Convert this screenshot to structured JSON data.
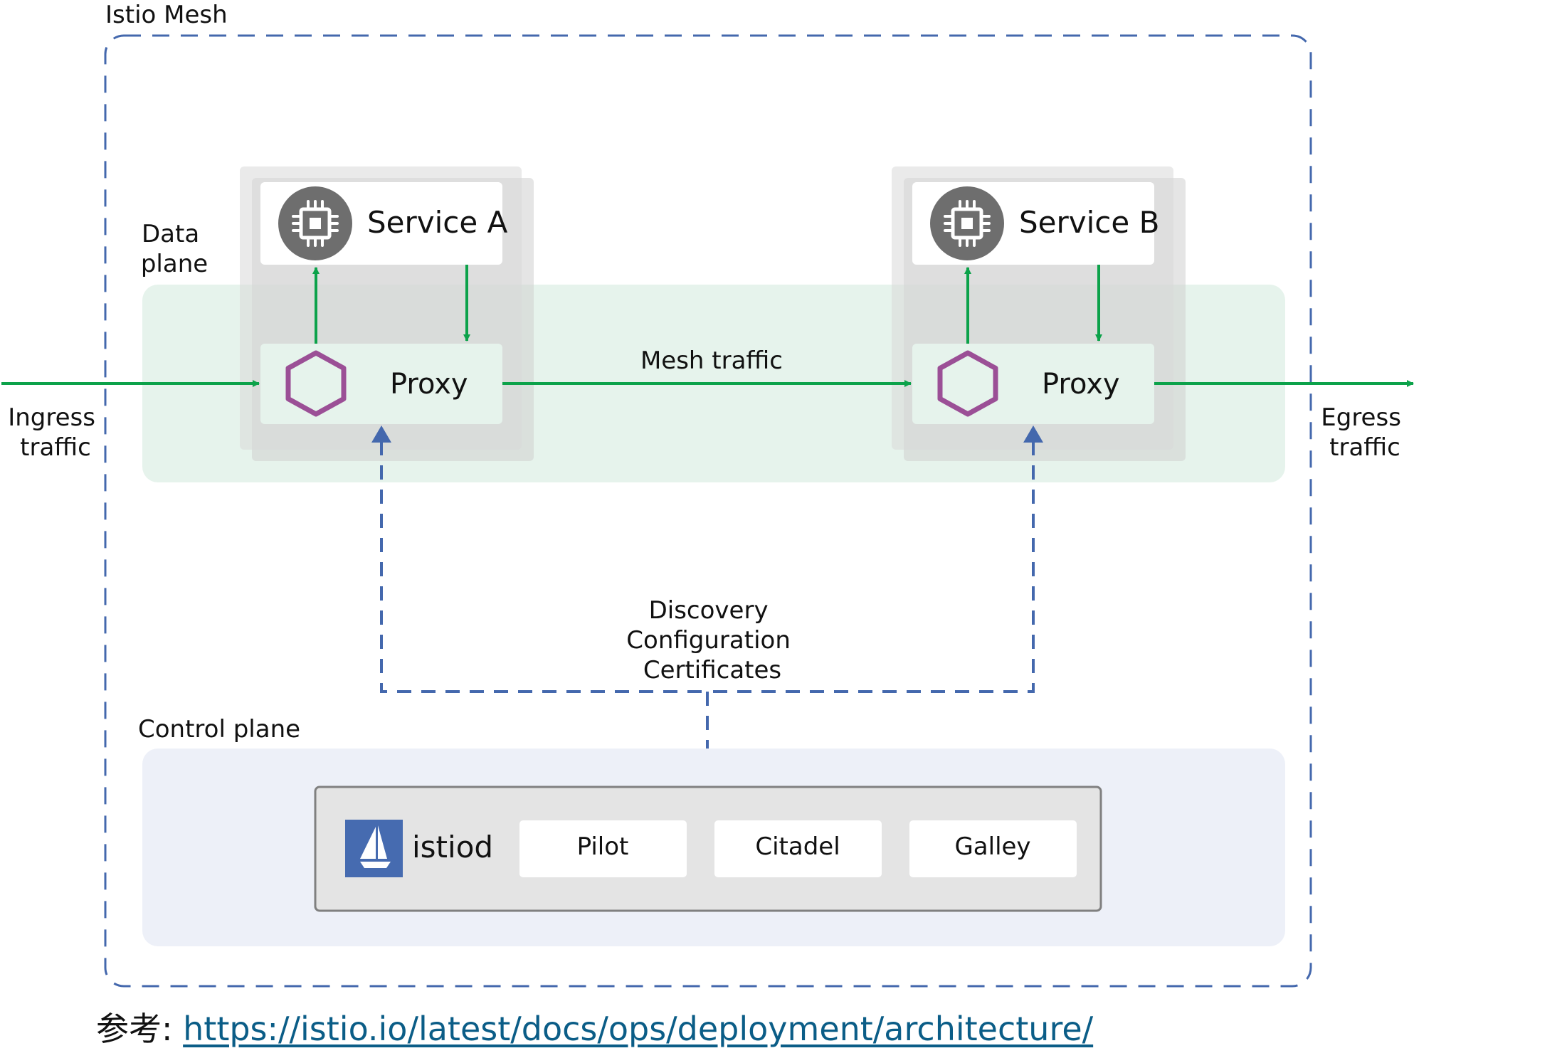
{
  "mesh": {
    "title": "Istio Mesh"
  },
  "data_plane": {
    "label_line1": "Data",
    "label_line2": "plane"
  },
  "control_plane": {
    "label": "Control plane"
  },
  "services": [
    {
      "name": "Service A",
      "icon": "cpu-chip-icon",
      "proxy_label": "Proxy",
      "proxy_icon": "hexagon-icon"
    },
    {
      "name": "Service B",
      "icon": "cpu-chip-icon",
      "proxy_label": "Proxy",
      "proxy_icon": "hexagon-icon"
    }
  ],
  "traffic": {
    "ingress_line1": "Ingress",
    "ingress_line2": "traffic",
    "egress_line1": "Egress",
    "egress_line2": "traffic",
    "mesh": "Mesh traffic"
  },
  "control_labels": {
    "line1": "Discovery",
    "line2": "Configuration",
    "line3": "Certificates"
  },
  "istiod": {
    "name": "istiod",
    "logo": "istio-sail-logo",
    "components": [
      "Pilot",
      "Citadel",
      "Galley"
    ]
  },
  "reference": {
    "prefix": "参考: ",
    "url": "https://istio.io/latest/docs/ops/deployment/architecture/"
  },
  "colors": {
    "traffic": "#0ca24a",
    "control": "#4468ad",
    "hexagon": "#9b4f96",
    "data_plane_bg": "#e6f3ec",
    "control_plane_bg": "#edf0f8",
    "link": "#0b5d87"
  }
}
